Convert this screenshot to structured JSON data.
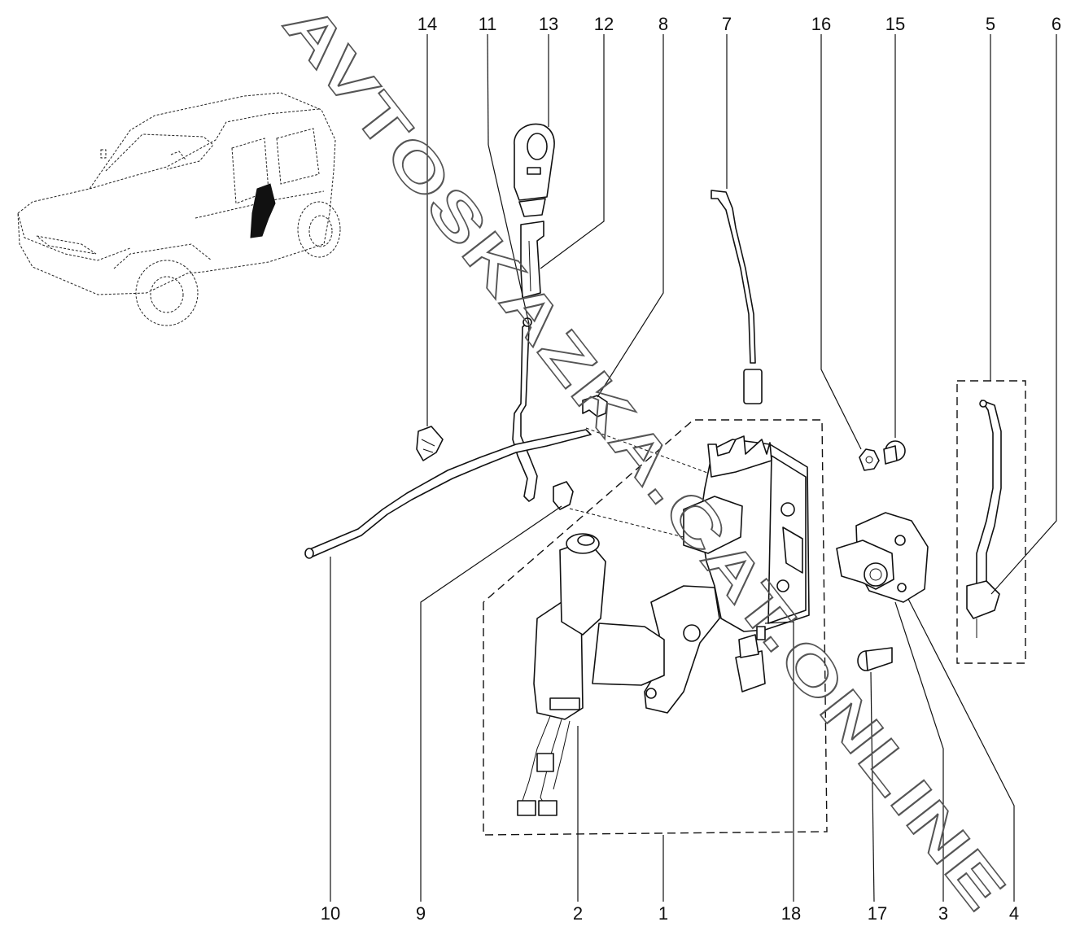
{
  "watermark": "AVTOSKAZKA.CAT.ONLINE",
  "callouts": [
    "14",
    "11",
    "13",
    "12",
    "8",
    "7",
    "16",
    "15",
    "5",
    "6",
    "10",
    "9",
    "2",
    "1",
    "18",
    "17",
    "3",
    "4"
  ]
}
